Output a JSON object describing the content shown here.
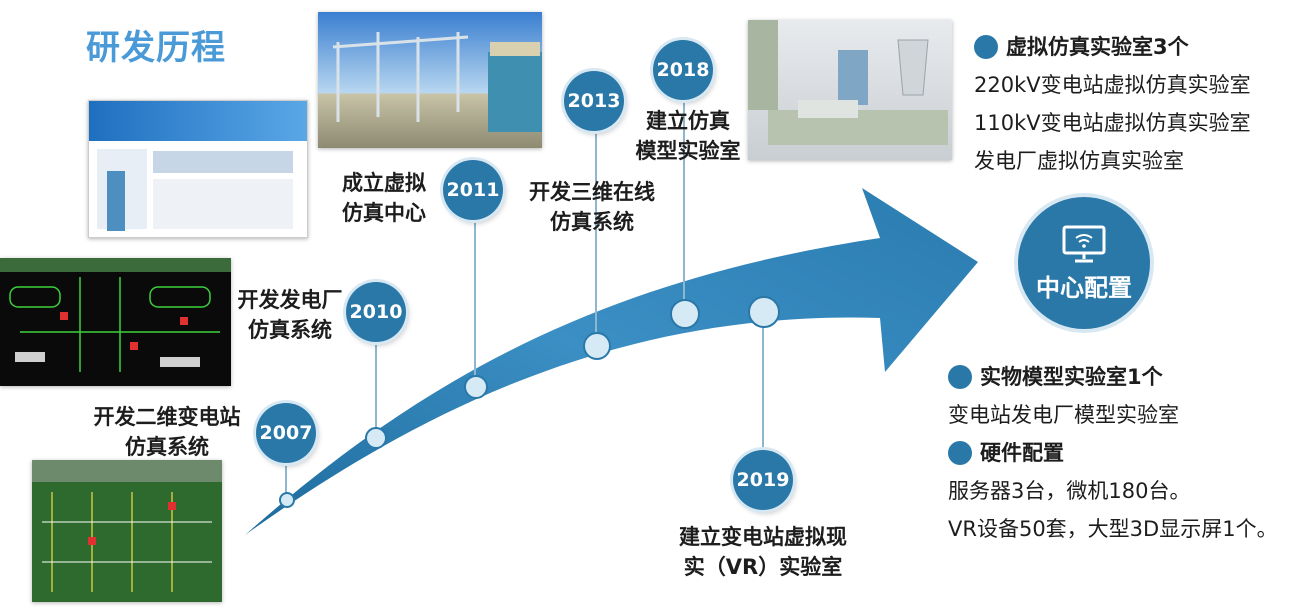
{
  "title": "研发历程",
  "timeline": [
    {
      "year": "2007",
      "label_l1": "开发二维变电站",
      "label_l2": "仿真系统"
    },
    {
      "year": "2010",
      "label_l1": "开发发电厂",
      "label_l2": "仿真系统"
    },
    {
      "year": "2011",
      "label_l1": "成立虚拟",
      "label_l2": "仿真中心"
    },
    {
      "year": "2013",
      "label_l1": "开发三维在线",
      "label_l2": "仿真系统"
    },
    {
      "year": "2018",
      "label_l1": "建立仿真",
      "label_l2": "模型实验室"
    },
    {
      "year": "2019",
      "label_l1": "建立变电站虚拟现",
      "label_l2": "实（VR）实验室"
    }
  ],
  "center": {
    "label": "中心配置",
    "icon": "monitor-wifi-icon"
  },
  "right_top": {
    "heading": "虚拟仿真实验室3个",
    "items": [
      "220kV变电站虚拟仿真实验室",
      "110kV变电站虚拟仿真实验室",
      "发电厂虚拟仿真实验室"
    ]
  },
  "right_bottom": {
    "heading1": "实物模型实验室1个",
    "item1": "变电站发电厂模型实验室",
    "heading2": "硬件配置",
    "items2": [
      "服务器3台，微机180台。",
      "VR设备50套，大型3D显示屏1个。"
    ]
  },
  "colors": {
    "accent": "#2a78a8",
    "title": "#4a9ad8",
    "arrow": "#2f7fb2"
  }
}
